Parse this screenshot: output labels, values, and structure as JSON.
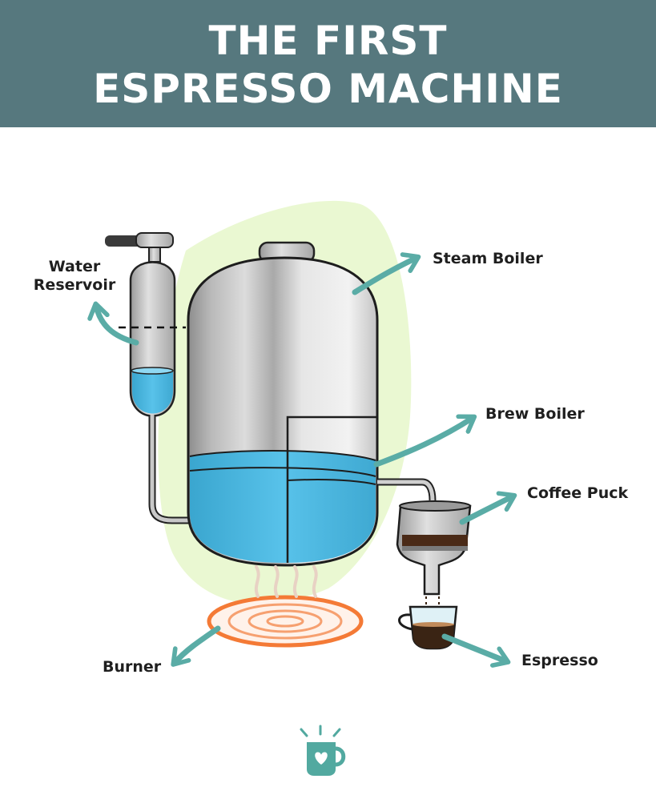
{
  "title": {
    "line1": "THE FIRST",
    "line2": "ESPRESSO MACHINE"
  },
  "labels": {
    "water_reservoir_line1": "Water",
    "water_reservoir_line2": "Reservoir",
    "steam_boiler": "Steam Boiler",
    "brew_boiler": "Brew Boiler",
    "coffee_puck": "Coffee Puck",
    "espresso": "Espresso",
    "burner": "Burner"
  },
  "colors": {
    "header": "#56787e",
    "arrow": "#5aaca6",
    "water": "#4fbde6",
    "blob": "#eaf8d2",
    "flame": "#f47a36",
    "logo": "#52a9a0"
  },
  "icons": {
    "logo": "coffee-mug-heart-icon"
  }
}
